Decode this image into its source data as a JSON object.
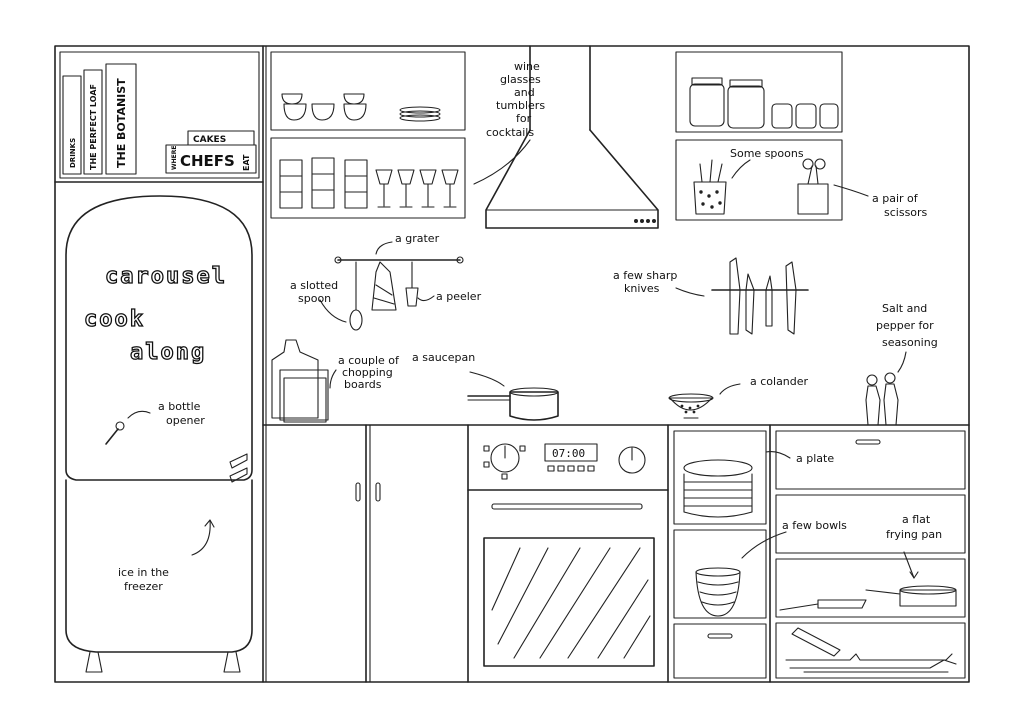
{
  "fridge": {
    "title_lines": [
      "carousel",
      "cook",
      "along"
    ]
  },
  "books": {
    "spines": [
      "DRINKS",
      "THE PERFECT LOAF",
      "THE BOTANIST"
    ],
    "stack": [
      "CAKES",
      "WHERE",
      "CHEFS",
      "EAT"
    ]
  },
  "oven": {
    "clock": "07:00"
  },
  "labels": {
    "wine_glasses": [
      "wine",
      "glasses",
      "and",
      "tumblers",
      "for",
      "cocktails"
    ],
    "spoons": "Some spoons",
    "scissors": [
      "a pair of",
      "scissors"
    ],
    "grater": "a grater",
    "slotted_spoon": [
      "a slotted",
      "spoon"
    ],
    "peeler": "a peeler",
    "knives": [
      "a few sharp",
      "knives"
    ],
    "salt_pepper": [
      "Salt and",
      "pepper for",
      "seasoning"
    ],
    "chopping_boards": [
      "a couple of",
      "chopping",
      "boards"
    ],
    "saucepan": "a saucepan",
    "colander": "a colander",
    "bottle_opener": [
      "a bottle",
      "opener"
    ],
    "ice": [
      "ice in the",
      "freezer"
    ],
    "plate": "a plate",
    "bowls": "a few bowls",
    "frying_pan": [
      "a flat",
      "frying pan"
    ]
  }
}
